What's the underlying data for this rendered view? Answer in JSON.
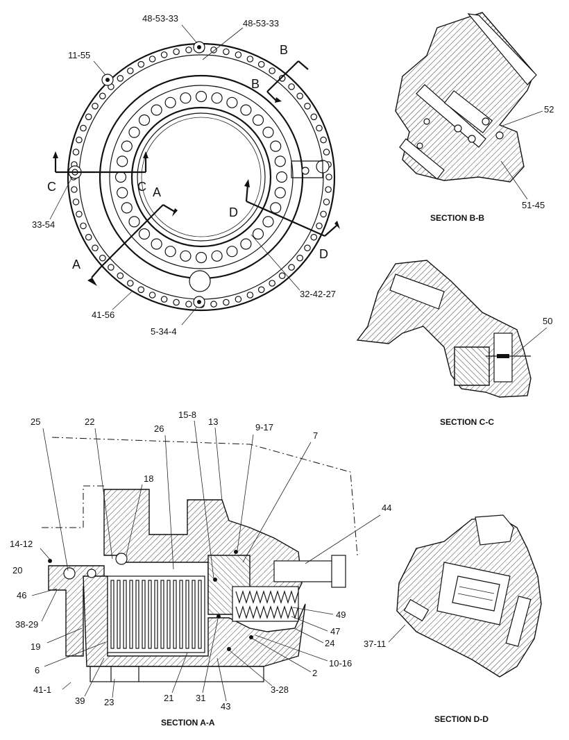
{
  "figure": {
    "section_captions": {
      "a": "SECTION A-A",
      "b": "SECTION B-B",
      "c": "SECTION C-C",
      "d": "SECTION D-D"
    },
    "section_markers": {
      "a": "A",
      "b": "B",
      "c": "C",
      "d": "D"
    },
    "callouts_top_view": [
      "48-53-33",
      "48-53-33",
      "11-55",
      "33-54",
      "41-56",
      "5-34-4",
      "32-42-27"
    ],
    "callouts_section_bb": [
      "52",
      "51-45"
    ],
    "callouts_section_cc": [
      "50"
    ],
    "callouts_section_aa": [
      "25",
      "22",
      "26",
      "15-8",
      "13",
      "9-17",
      "7",
      "18",
      "44",
      "14-12",
      "20",
      "46",
      "38-29",
      "19",
      "6",
      "41-1",
      "39",
      "23",
      "21",
      "31",
      "43",
      "3-28",
      "2",
      "10-16",
      "24",
      "47",
      "49"
    ],
    "callouts_section_dd": [
      "37-11"
    ]
  }
}
